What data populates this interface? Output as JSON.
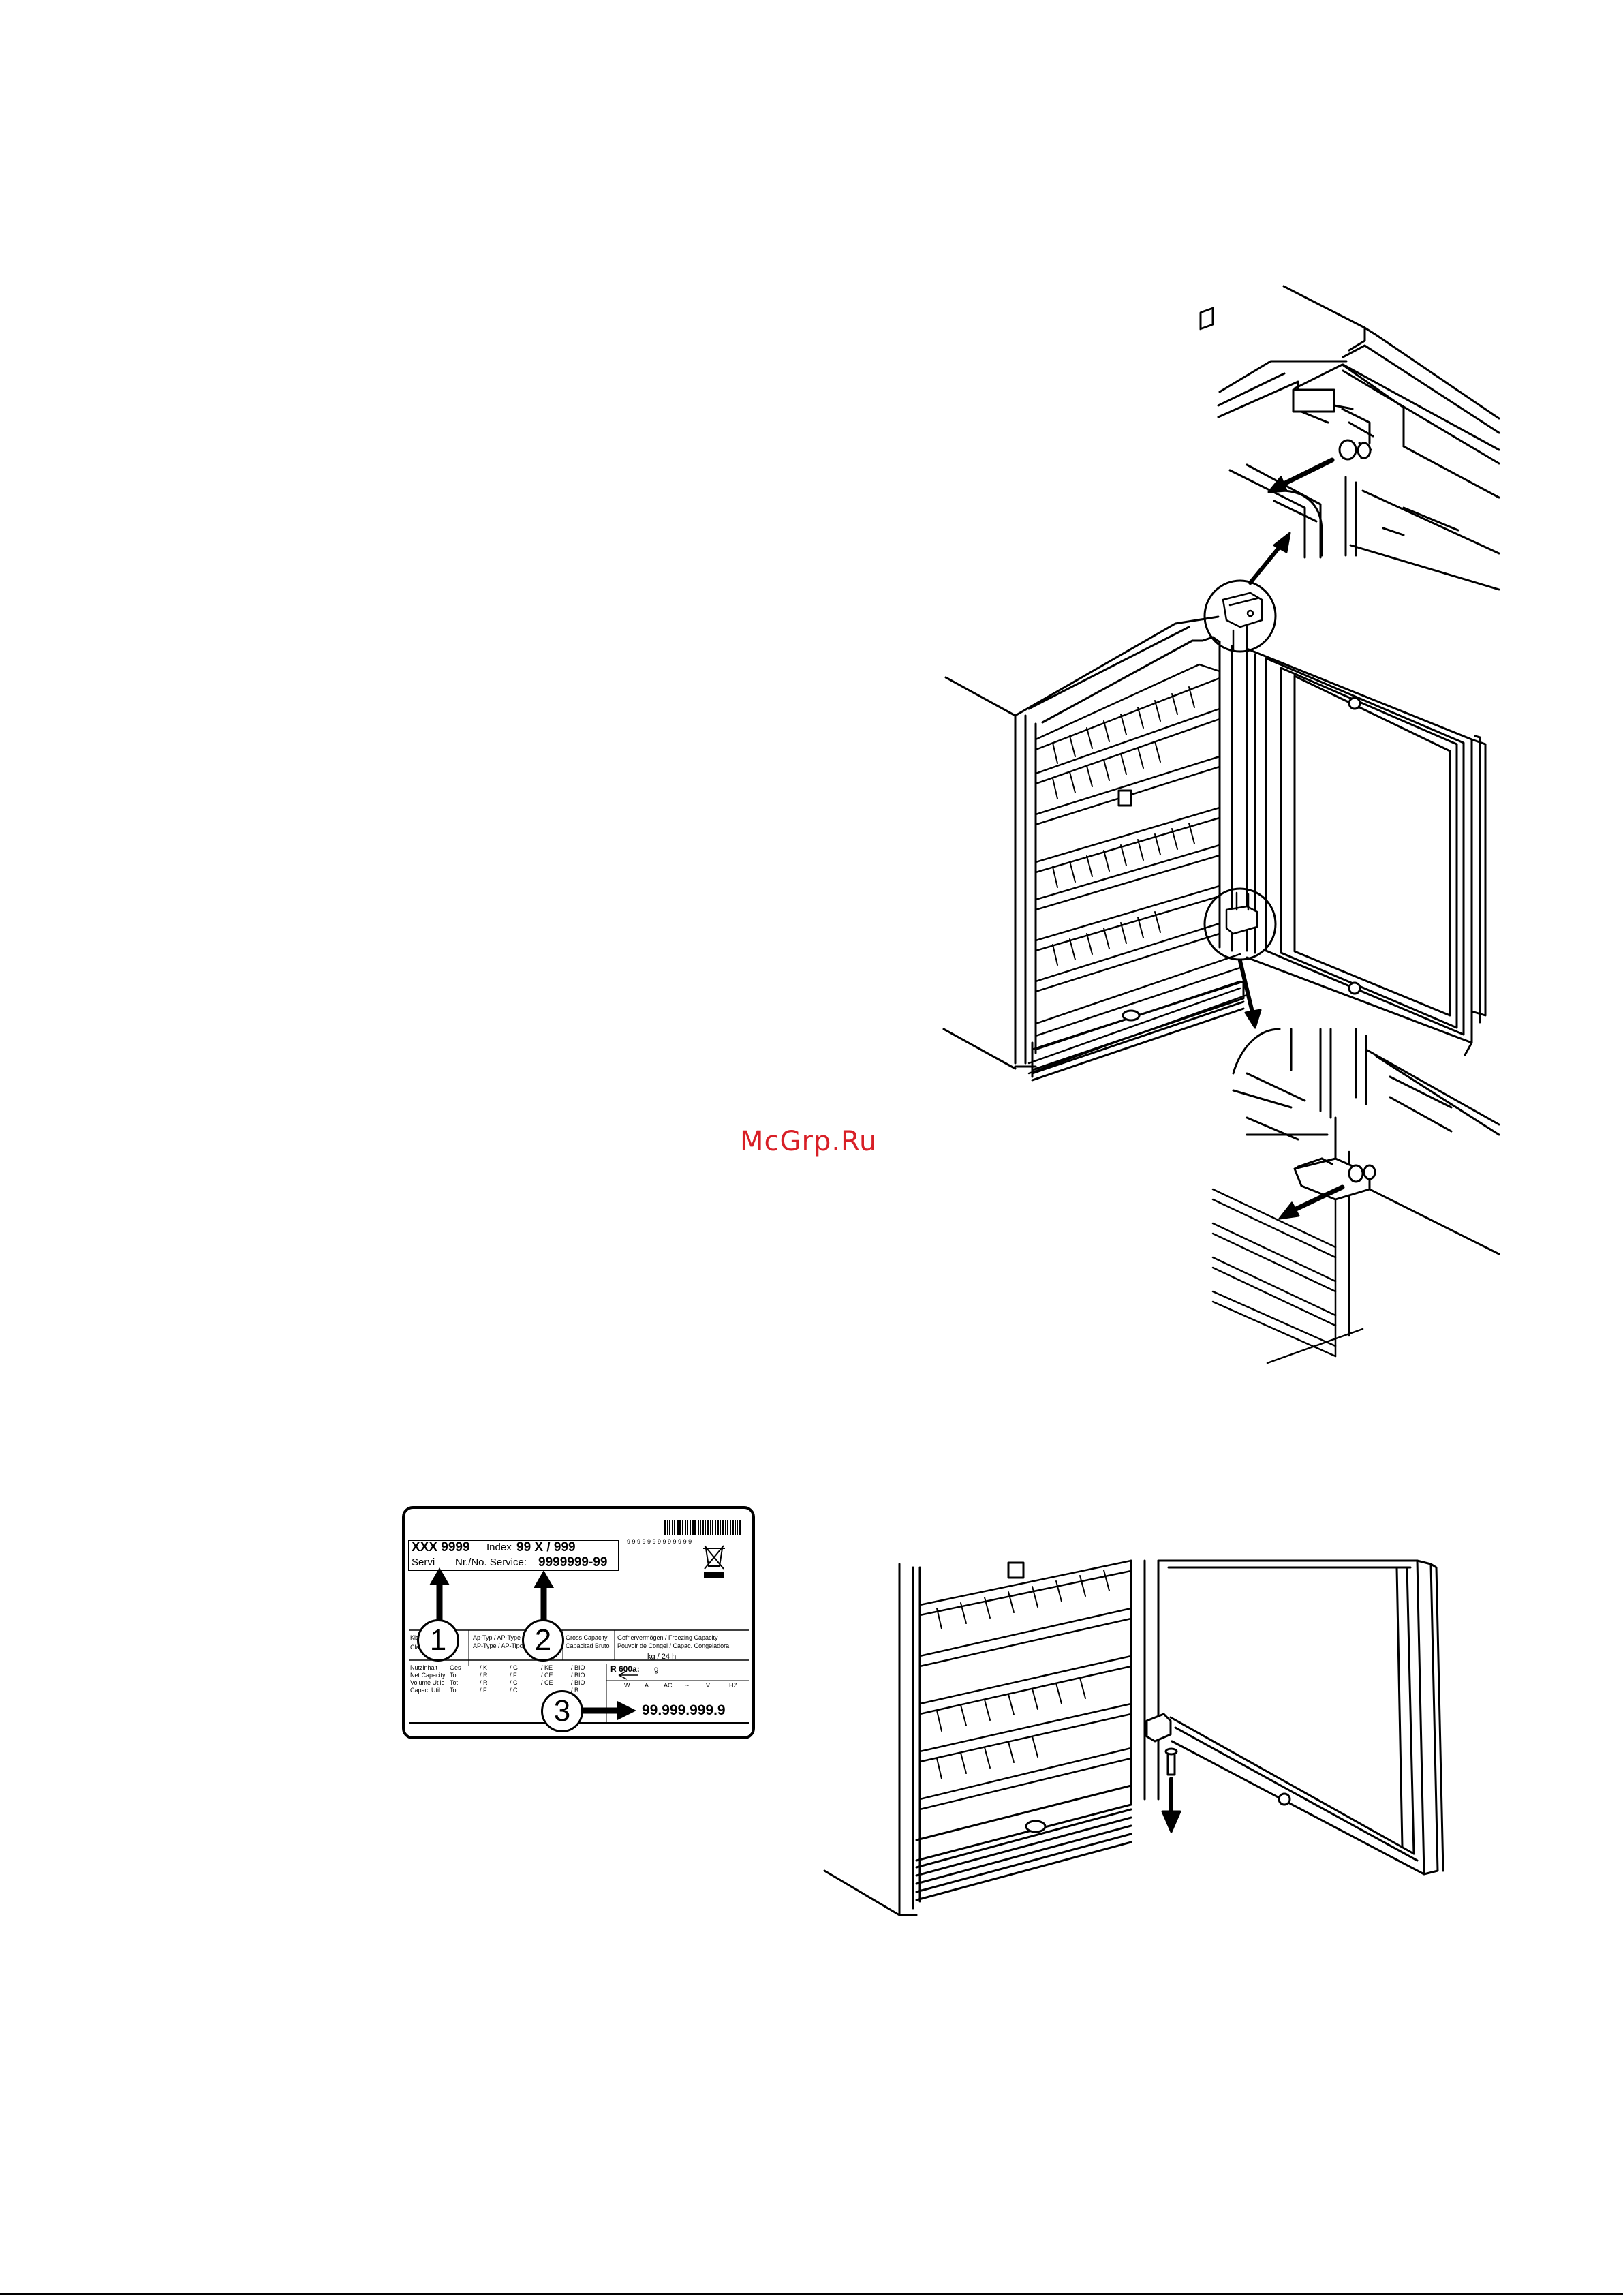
{
  "watermark": "McGrp.Ru",
  "rating_plate": {
    "model": "XXX 9999",
    "index_label": "Index",
    "index_value": "99 X / 999",
    "service_prefix": "Servi",
    "service_label": "Nr./No. Service:",
    "service_value": "9999999-99",
    "klasse": "Klas",
    "class": "Cla",
    "ap_typ_1": "Ap-Typ / AP-Type",
    "ap_typ_2": "AP-Type / AP-Tipo",
    "gross_1": "Gross Capacity",
    "gross_2": "Capacitad Bruto",
    "freeze_1": "Gefriervermögen / Freezing Capacity",
    "freeze_2": "Pouvoir de Congel / Capac. Congeladora",
    "kg_24h": "kg / 24 h",
    "rows": [
      [
        "Nutzinhalt",
        "Ges",
        "/ K",
        "/ G",
        "/ KE",
        "/ BIO"
      ],
      [
        "Net Capacity",
        "Tot",
        "/ R",
        "/ F",
        "/ CE",
        "/ BIO"
      ],
      [
        "Volume Utile",
        "Tot",
        "/ R",
        "/ C",
        "/ CE",
        "/ BIO"
      ],
      [
        "Capac. Util",
        "Tot",
        "/ F",
        "/ C",
        "",
        "/ B"
      ]
    ],
    "refrigerant": "R 600a:",
    "refrigerant_unit": "g",
    "elec_units": [
      "W",
      "A",
      "AC",
      "~",
      "V",
      "HZ"
    ],
    "serial": "99.999.999.9",
    "barcode_digits": "9 9 9 9 9 9 9 9 9 9 9 9 9",
    "callouts": [
      "1",
      "2",
      "3"
    ]
  }
}
